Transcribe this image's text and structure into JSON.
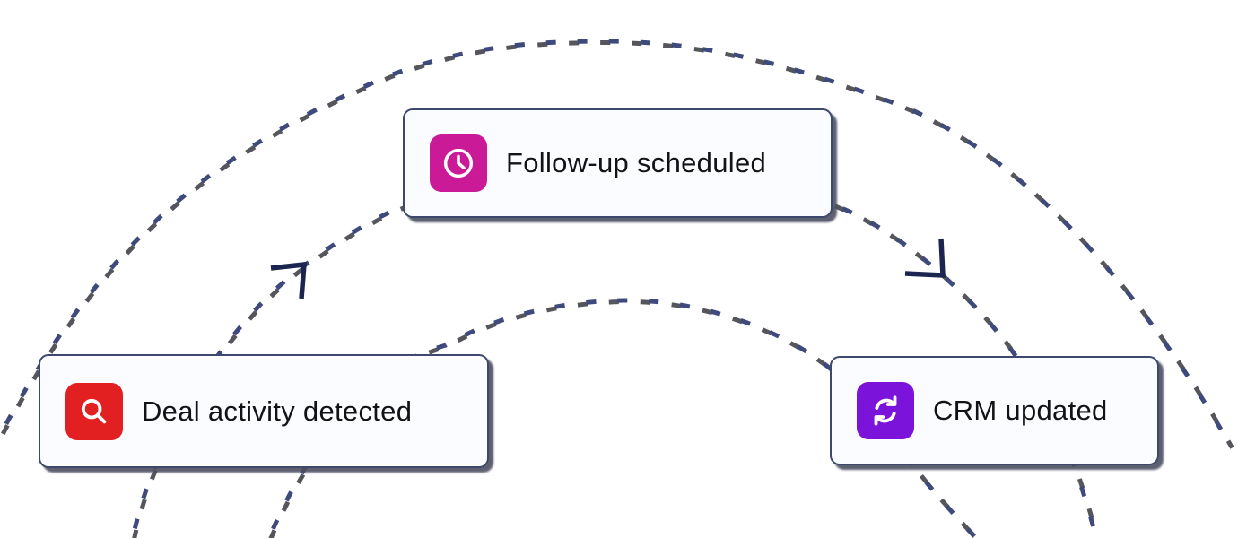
{
  "canvas": {
    "background": "#ffffff"
  },
  "colors": {
    "dash_primary": "#3f4a7c",
    "dash_shadow": "#55565c",
    "arrow": "#1b2550",
    "card_background": "#fafcff",
    "card_border": "#3d486c",
    "label_text": "#111317"
  },
  "nodes": [
    {
      "label": "Follow-up scheduled",
      "icon": "clock-icon",
      "icon_background": "#ca1a98"
    },
    {
      "label": "Deal activity detected",
      "icon": "search-icon",
      "icon_background": "#e32021"
    },
    {
      "label": "CRM updated",
      "icon": "sync-icon",
      "icon_background": "#7c13da"
    }
  ]
}
